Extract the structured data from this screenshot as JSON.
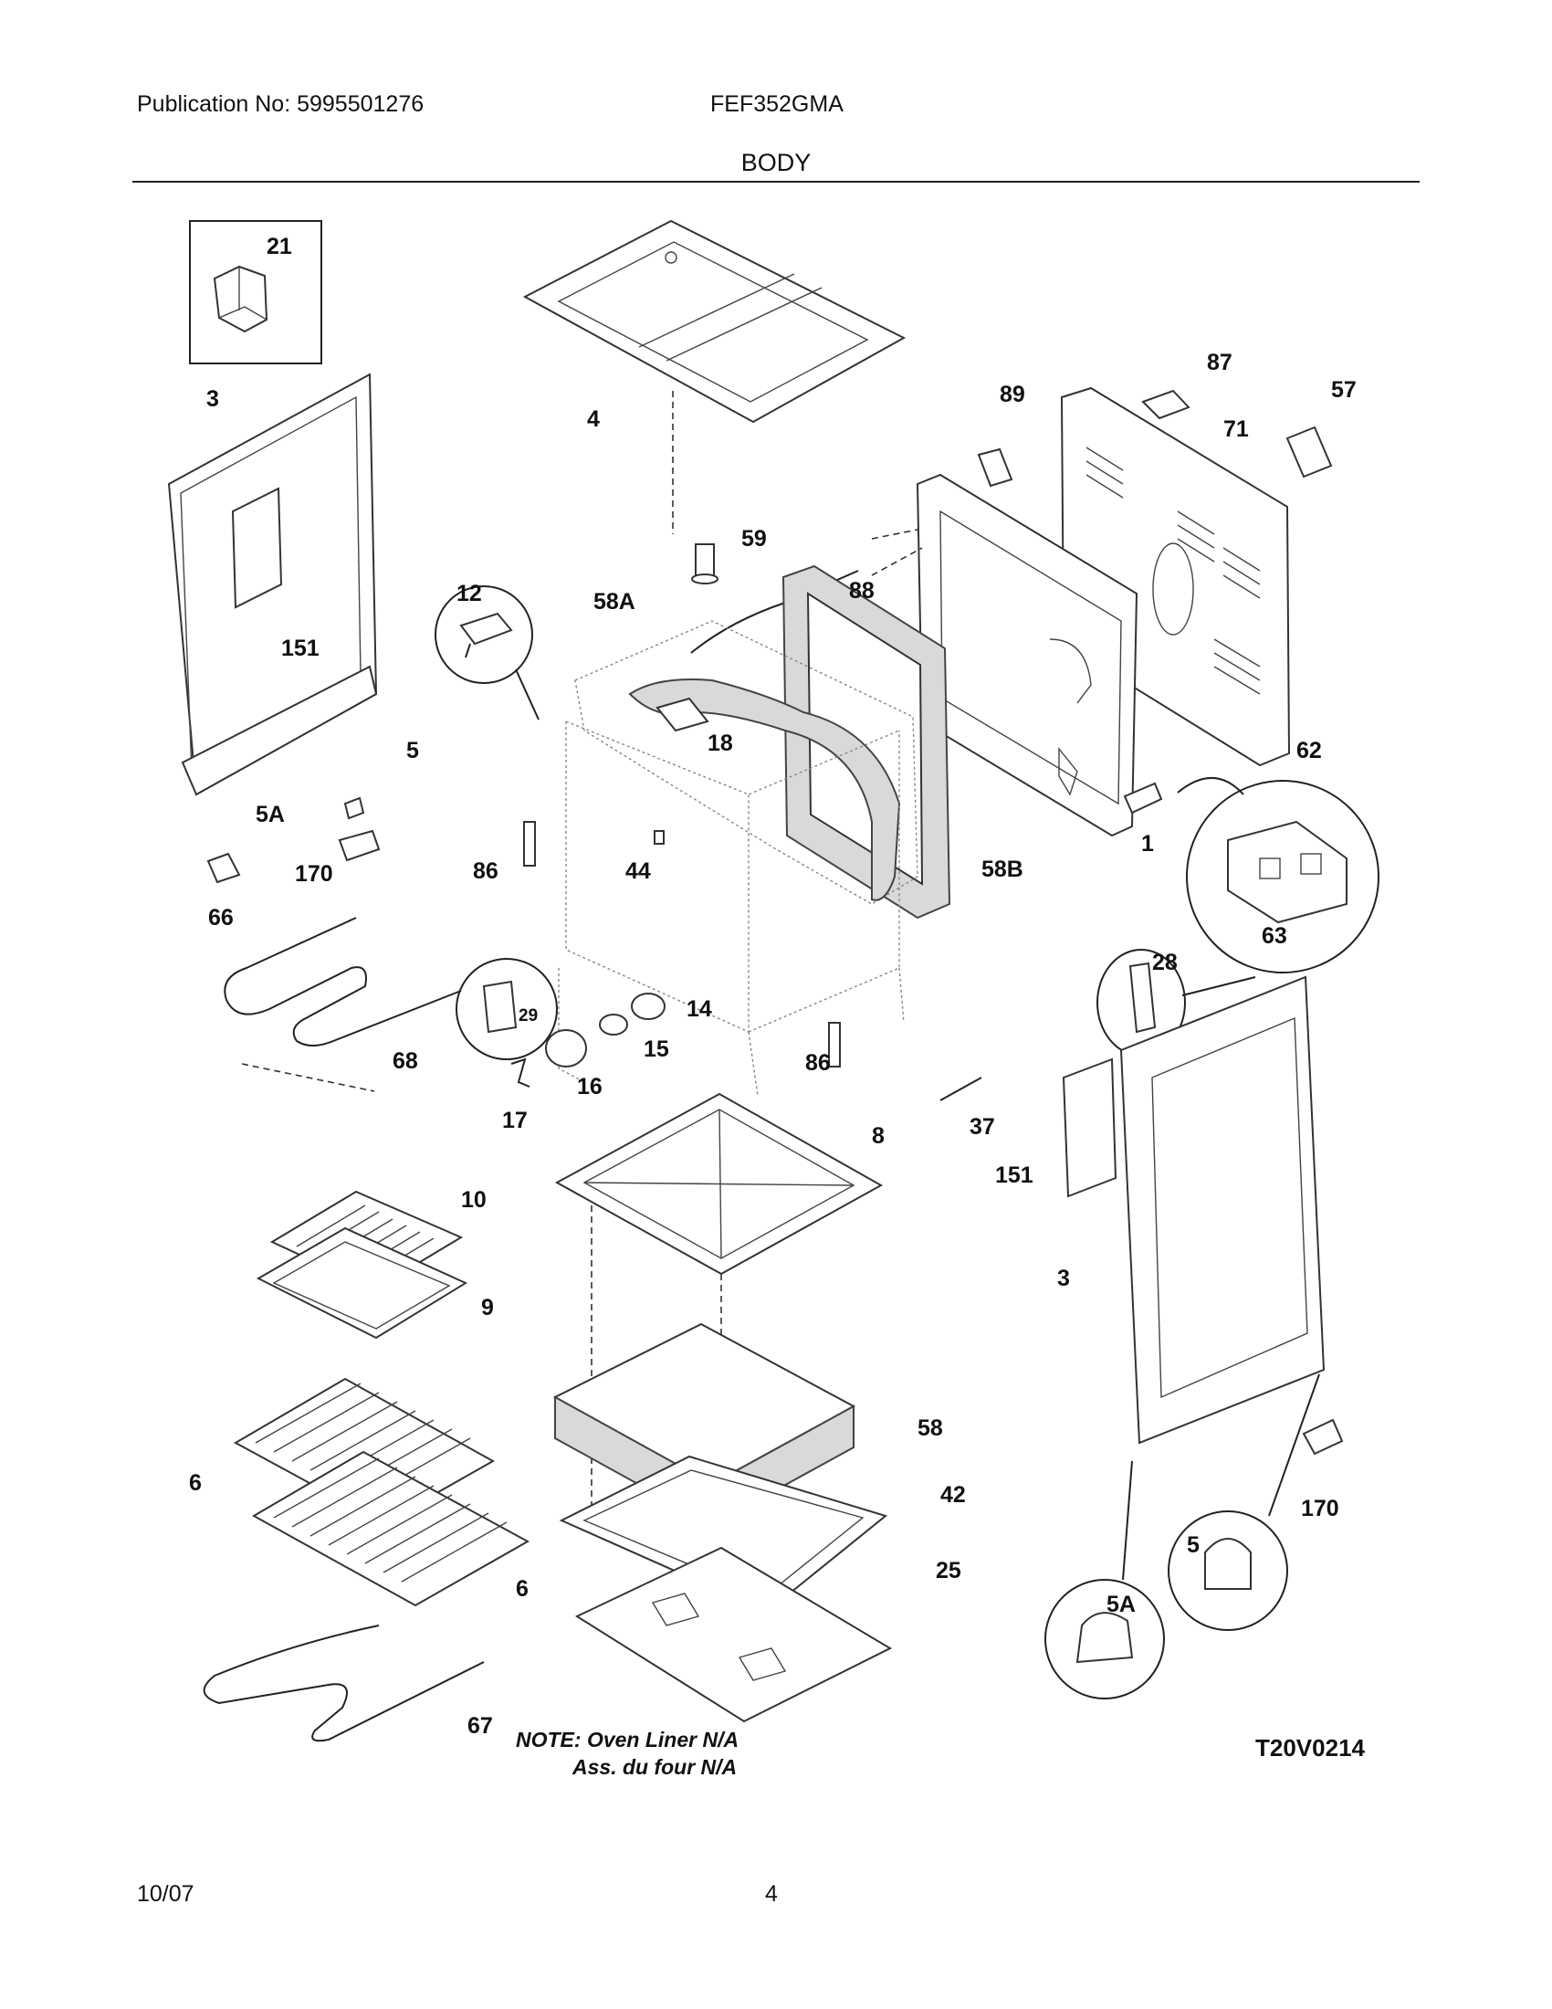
{
  "header": {
    "publication": "Publication No: 5995501276",
    "model": "FEF352GMA",
    "section_title": "BODY"
  },
  "footer": {
    "date": "10/07",
    "page_number": "4"
  },
  "diagram": {
    "note_line1": "NOTE: Oven Liner N/A",
    "note_line2": "Ass. du four N/A",
    "drawing_code": "T20V0214",
    "callouts": {
      "p21": "21",
      "p4": "4",
      "p87": "87",
      "p57": "57",
      "p89": "89",
      "p71": "71",
      "p3_left": "3",
      "p59": "59",
      "p12": "12",
      "p88": "88",
      "p58A": "58A",
      "p151_left": "151",
      "p18": "18",
      "p5_left": "5",
      "p62": "62",
      "p5A_left": "5A",
      "p1": "1",
      "p170_left": "170",
      "p86_top": "86",
      "p44": "44",
      "p58B": "58B",
      "p66": "66",
      "p63": "63",
      "p28": "28",
      "p29": "29",
      "p14": "14",
      "p15": "15",
      "p68": "68",
      "p16": "16",
      "p86_bottom": "86",
      "p17": "17",
      "p37": "37",
      "p8": "8",
      "p151_right": "151",
      "p10": "10",
      "p3_right": "3",
      "p9": "9",
      "p58": "58",
      "p6_top": "6",
      "p42": "42",
      "p170_right": "170",
      "p6_bottom": "6",
      "p25": "25",
      "p5_right": "5",
      "p5A_right": "5A",
      "p67": "67"
    }
  }
}
